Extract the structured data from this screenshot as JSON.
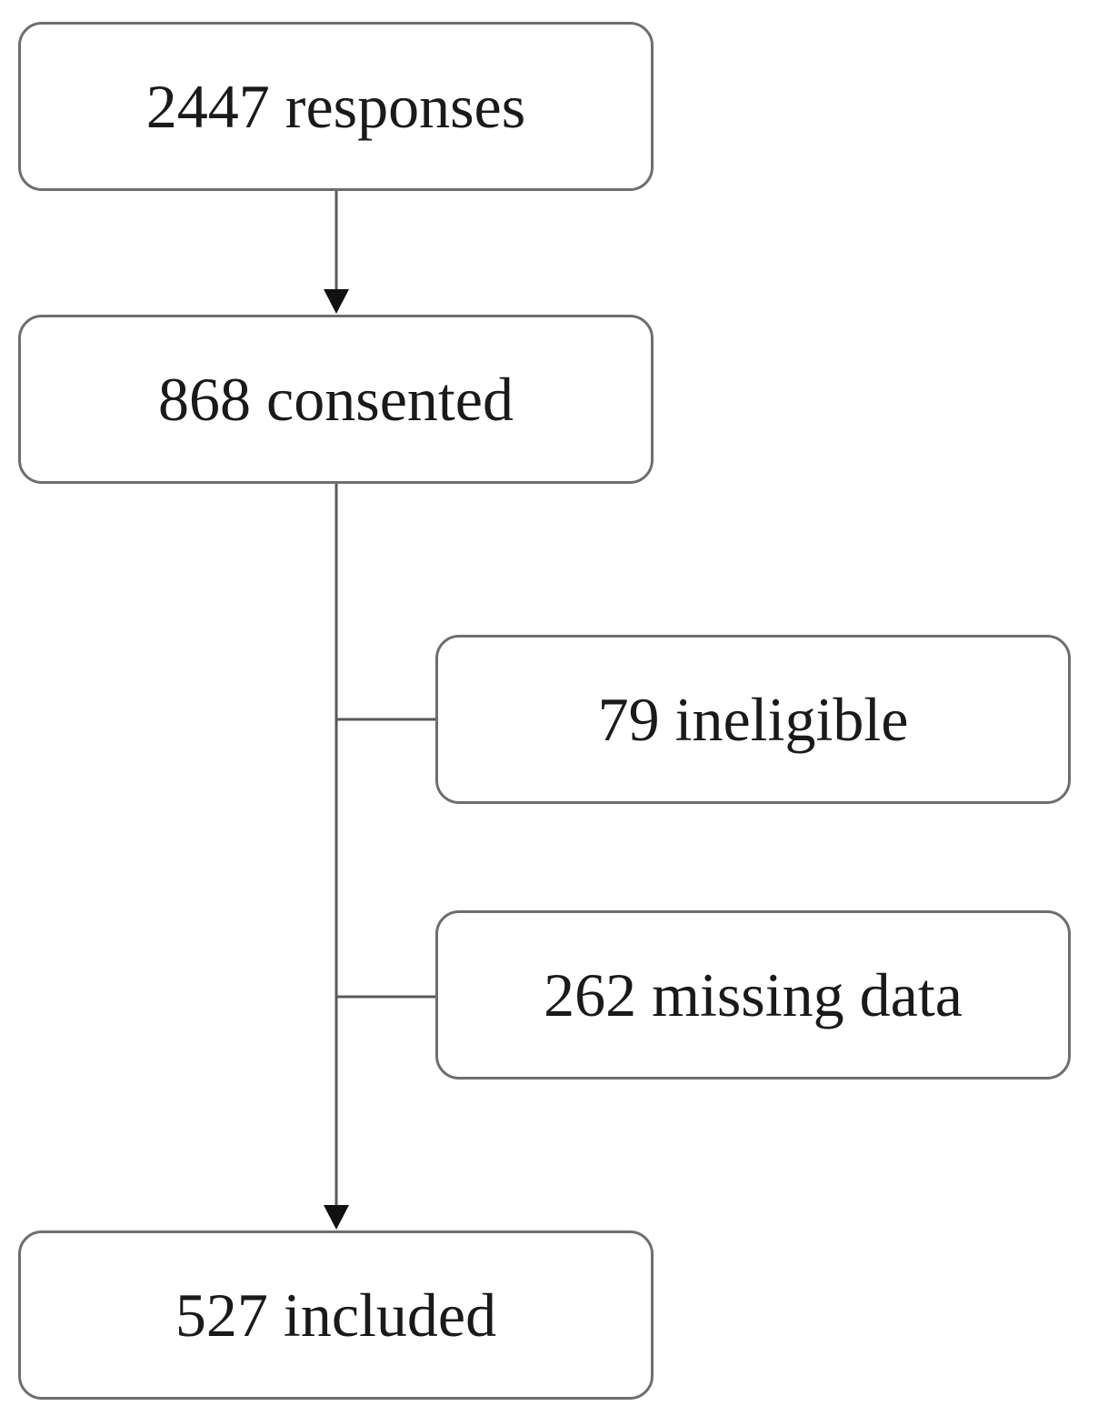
{
  "flowchart": {
    "nodes": {
      "responses": "2447 responses",
      "consented": "868 consented",
      "ineligible": "79 ineligible",
      "missing_data": "262 missing data",
      "included": "527 included"
    },
    "edges": [
      {
        "from": "responses",
        "to": "consented",
        "arrow": true
      },
      {
        "from": "consented",
        "to": "included",
        "arrow": true
      },
      {
        "from": "consented-included-line",
        "to": "ineligible",
        "arrow": false
      },
      {
        "from": "consented-included-line",
        "to": "missing_data",
        "arrow": false
      }
    ],
    "colors": {
      "border": "#6e6e6e",
      "line": "#5a5a5a",
      "arrow": "#111111",
      "text": "#1a1a1a"
    }
  }
}
